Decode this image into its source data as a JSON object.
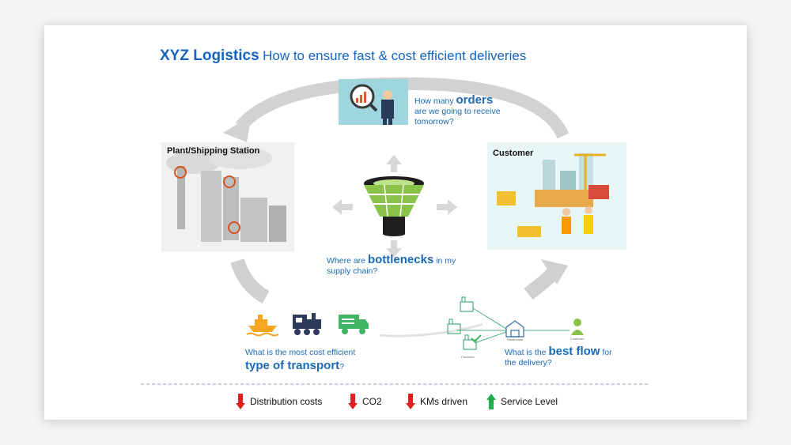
{
  "title": {
    "bold": "XYZ Logistics",
    "rest": "How to ensure fast & cost efficient deliveries"
  },
  "labels": {
    "plant": "Plant/Shipping Station",
    "customer": "Customer"
  },
  "questions": {
    "orders": {
      "pre": "How many ",
      "highlight": "orders",
      "line2": "are we going to receive",
      "line3": "tomorrow?"
    },
    "bottlenecks": {
      "pre": "Where are ",
      "highlight": "bottlenecks",
      "post": " in my",
      "line2": "supply chain?"
    },
    "transport": {
      "line1": "What is the most cost efficient",
      "highlight": "type of transport",
      "post": "?"
    },
    "flow": {
      "pre": "What is the ",
      "highlight": "best flow",
      "post": " for",
      "line2": "the delivery?"
    }
  },
  "network_labels": {
    "factories": "Factories",
    "warehouse": "Warehouse",
    "customer": "Customer"
  },
  "legend": [
    {
      "label": "Distribution costs",
      "direction": "down",
      "color": "#e02020"
    },
    {
      "label": "CO2",
      "direction": "down",
      "color": "#e02020"
    },
    {
      "label": "KMs driven",
      "direction": "down",
      "color": "#e02020"
    },
    {
      "label": "Service Level",
      "direction": "up",
      "color": "#1fae4b"
    }
  ],
  "colors": {
    "accent_blue": "#1565c0",
    "text_blue": "#1a6ab5",
    "funnel_green": "#8bc34a",
    "network_green": "#4caf82",
    "arrow_gray": "#cfcfcf"
  },
  "icons": [
    "magnifier-chart-icon",
    "factory-icon",
    "construction-site-icon",
    "funnel-icon",
    "ship-icon",
    "train-icon",
    "truck-icon",
    "warehouse-icon",
    "person-icon",
    "checkmark-icon"
  ]
}
